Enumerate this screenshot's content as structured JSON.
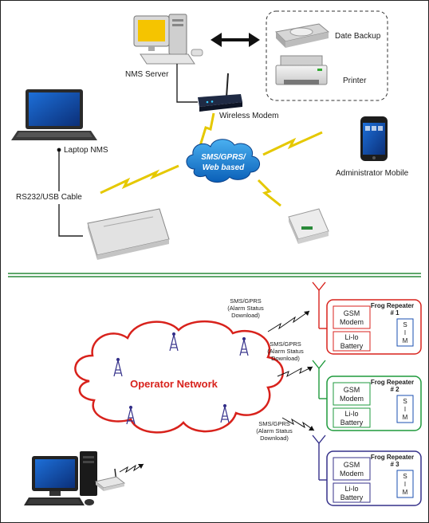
{
  "top": {
    "nms_server": "NMS Server",
    "wireless_modem": "Wireless Modem",
    "date_backup": "Date Backup",
    "printer": "Printer",
    "laptop_nms": "Laptop NMS",
    "administrator_mobile": "Administrator Mobile",
    "rs232_cable": "RS232/USB Cable",
    "cloud_line1": "SMS/GPRS/",
    "cloud_line2": "Web based"
  },
  "bottom": {
    "operator_network": "Operator Network",
    "link_labels": [
      [
        "SMS/GPRS",
        "(Alarm Status",
        "Download)"
      ],
      [
        "SMS/GPRS",
        "(Alarm Status",
        "Download)"
      ],
      [
        "SMS/GPRS",
        "(Alarm Status",
        "Download)"
      ]
    ],
    "repeaters": [
      {
        "title": "Frog Repeater",
        "num": "# 1",
        "gsm1": "GSM",
        "gsm2": "Modem",
        "bat1": "Li-lo",
        "bat2": "Battery",
        "sim": [
          "S",
          "I",
          "M"
        ],
        "color": "#d8221c"
      },
      {
        "title": "Frog Repeater",
        "num": "# 2",
        "gsm1": "GSM",
        "gsm2": "Modem",
        "bat1": "Li-lo",
        "bat2": "Battery",
        "sim": [
          "S",
          "I",
          "M"
        ],
        "color": "#1e9a3c"
      },
      {
        "title": "Frog Repeater",
        "num": "# 3",
        "gsm1": "GSM",
        "gsm2": "Modem",
        "bat1": "Li-lo",
        "bat2": "Battery",
        "sim": [
          "S",
          "I",
          "M"
        ],
        "color": "#35318a"
      }
    ]
  }
}
